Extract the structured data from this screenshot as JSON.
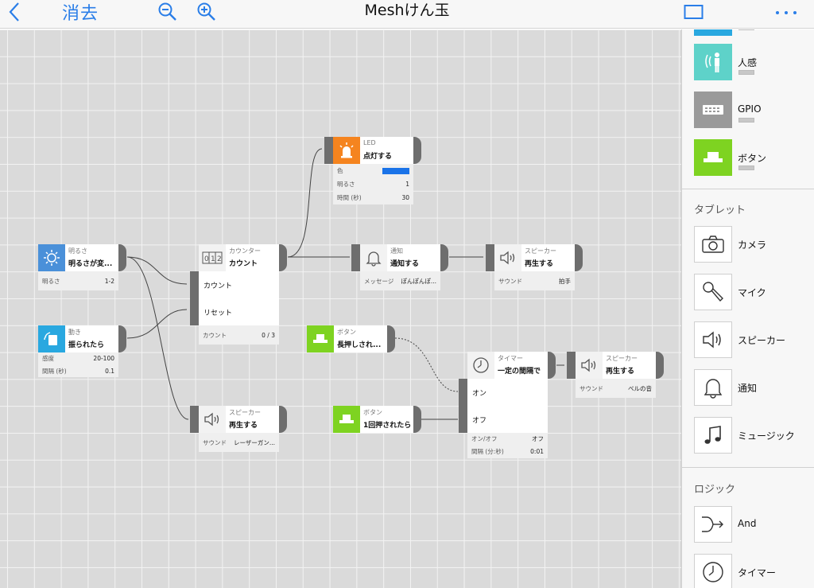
{
  "toolbar": {
    "back_icon": "chevron-left-icon",
    "undo_label": "消去",
    "zoom_out_icon": "zoom-out-icon",
    "zoom_in_icon": "zoom-in-icon",
    "title": "Meshけん玉",
    "layout_icon": "panel-icon",
    "more_icon": "more-icon"
  },
  "colors": {
    "accent": "#2a7ee8",
    "orange": "#f5841f",
    "blue": "#29a8e0",
    "green": "#7ed321",
    "teal": "#5ed2c9",
    "gray": "#9a9a9a",
    "grid": "#dadada"
  },
  "blocks": {
    "led": {
      "category": "LED",
      "name": "点灯する",
      "params": [
        {
          "label": "色",
          "value": ""
        },
        {
          "label": "明るさ",
          "value": "1"
        },
        {
          "label": "時間 (秒)",
          "value": "30"
        }
      ]
    },
    "brightness": {
      "category": "明るさ",
      "name": "明るさが変...",
      "params": [
        {
          "label": "明るさ",
          "value": "1-2"
        }
      ]
    },
    "shake": {
      "category": "動き",
      "name": "振られたら",
      "params": [
        {
          "label": "感度",
          "value": "20-100"
        },
        {
          "label": "間隔 (秒)",
          "value": "0.1"
        }
      ]
    },
    "counter": {
      "category": "カウンター",
      "name": "カウント",
      "inputs": [
        "カウント",
        "リセット"
      ],
      "params": [
        {
          "label": "カウント",
          "value": "0 / 3"
        }
      ]
    },
    "notify": {
      "category": "通知",
      "name": "通知する",
      "params": [
        {
          "label": "メッセージ",
          "value": "ぽんぽんぽ..."
        }
      ]
    },
    "speaker1": {
      "category": "スピーカー",
      "name": "再生する",
      "params": [
        {
          "label": "サウンド",
          "value": "拍手"
        }
      ]
    },
    "button_long": {
      "category": "ボタン",
      "name": "長押しされ..."
    },
    "timer": {
      "category": "タイマー",
      "name": "一定の間隔で",
      "inputs": [
        "オン",
        "オフ"
      ],
      "params": [
        {
          "label": "オン/オフ",
          "value": "オフ"
        },
        {
          "label": "間隔 (分:秒)",
          "value": "0:01"
        }
      ]
    },
    "speaker2": {
      "category": "スピーカー",
      "name": "再生する",
      "params": [
        {
          "label": "サウンド",
          "value": "ベルの音"
        }
      ]
    },
    "speaker3": {
      "category": "スピーカー",
      "name": "再生する",
      "params": [
        {
          "label": "サウンド",
          "value": "レーザーガン..."
        }
      ]
    },
    "button_once": {
      "category": "ボタン",
      "name": "1回押されたら"
    }
  },
  "sidebar": {
    "mesh_items": [
      {
        "label": "人感",
        "icon": "human-sensor-icon",
        "color": "#5ed2c9"
      },
      {
        "label": "GPIO",
        "icon": "gpio-icon",
        "color": "#9a9a9a"
      },
      {
        "label": "ボタン",
        "icon": "button-icon",
        "color": "#7ed321"
      }
    ],
    "tablet_section": "タブレット",
    "tablet_items": [
      {
        "label": "カメラ",
        "icon": "camera-icon"
      },
      {
        "label": "マイク",
        "icon": "microphone-icon"
      },
      {
        "label": "スピーカー",
        "icon": "speaker-icon"
      },
      {
        "label": "通知",
        "icon": "bell-icon"
      },
      {
        "label": "ミュージック",
        "icon": "music-icon"
      }
    ],
    "logic_section": "ロジック",
    "logic_items": [
      {
        "label": "And",
        "icon": "and-icon"
      },
      {
        "label": "タイマー",
        "icon": "timer-icon"
      }
    ]
  }
}
